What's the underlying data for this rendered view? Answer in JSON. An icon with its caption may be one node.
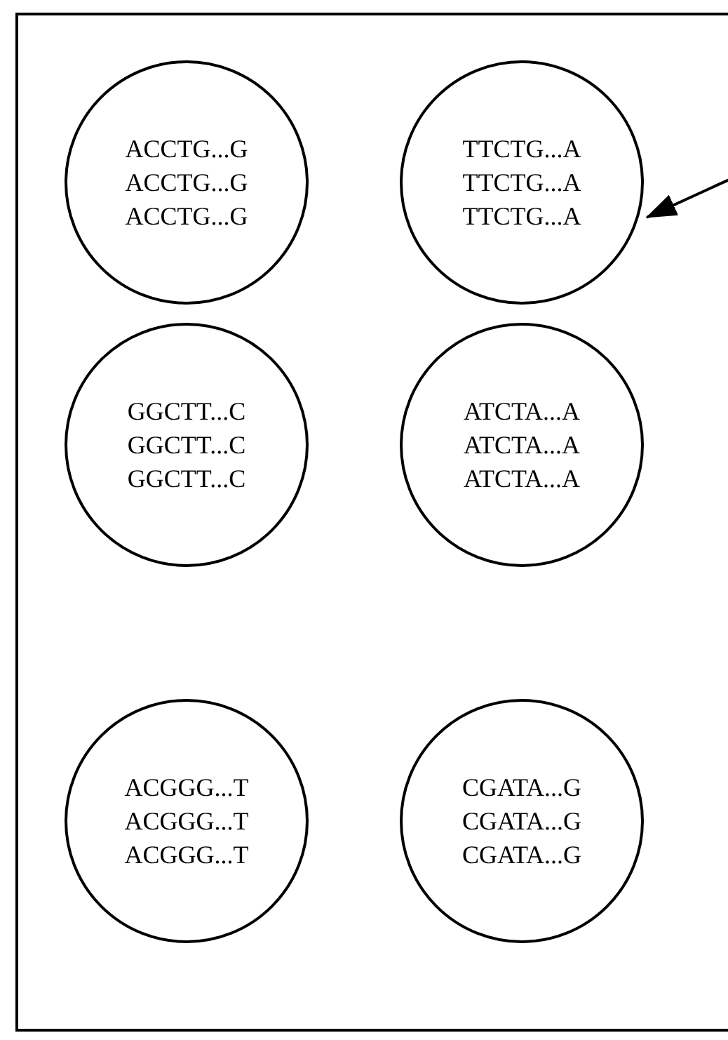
{
  "diagram": {
    "nodes": [
      {
        "text": [],
        "shape": "box"
      },
      {
        "text": [
          "ACCTG...G",
          "ACCTG...G",
          "ACCTG...G"
        ],
        "in": 0
      },
      {
        "text": [
          "TTCTG...A",
          "TTCTG...A",
          "TTCTG...A"
        ],
        "in": 0
      },
      {
        "text": [
          "GGCTT...C",
          "GGCTT...C",
          "GGCTT...C"
        ],
        "in": 0
      },
      {
        "text": [
          "ATCTA...A",
          "ATCTA...A",
          "ATCTA...A"
        ],
        "in": 0
      },
      {
        "text": [
          "ACGGG...T",
          "ACGGG...T",
          "ACGGG...T"
        ],
        "in": 0
      },
      {
        "text": [
          "CGATA...G",
          "CGATA...G",
          "CGATA...G"
        ],
        "in": 0
      }
    ],
    "edges": [
      {
        "from": null,
        "to": 2,
        "arrow": "to"
      }
    ]
  }
}
